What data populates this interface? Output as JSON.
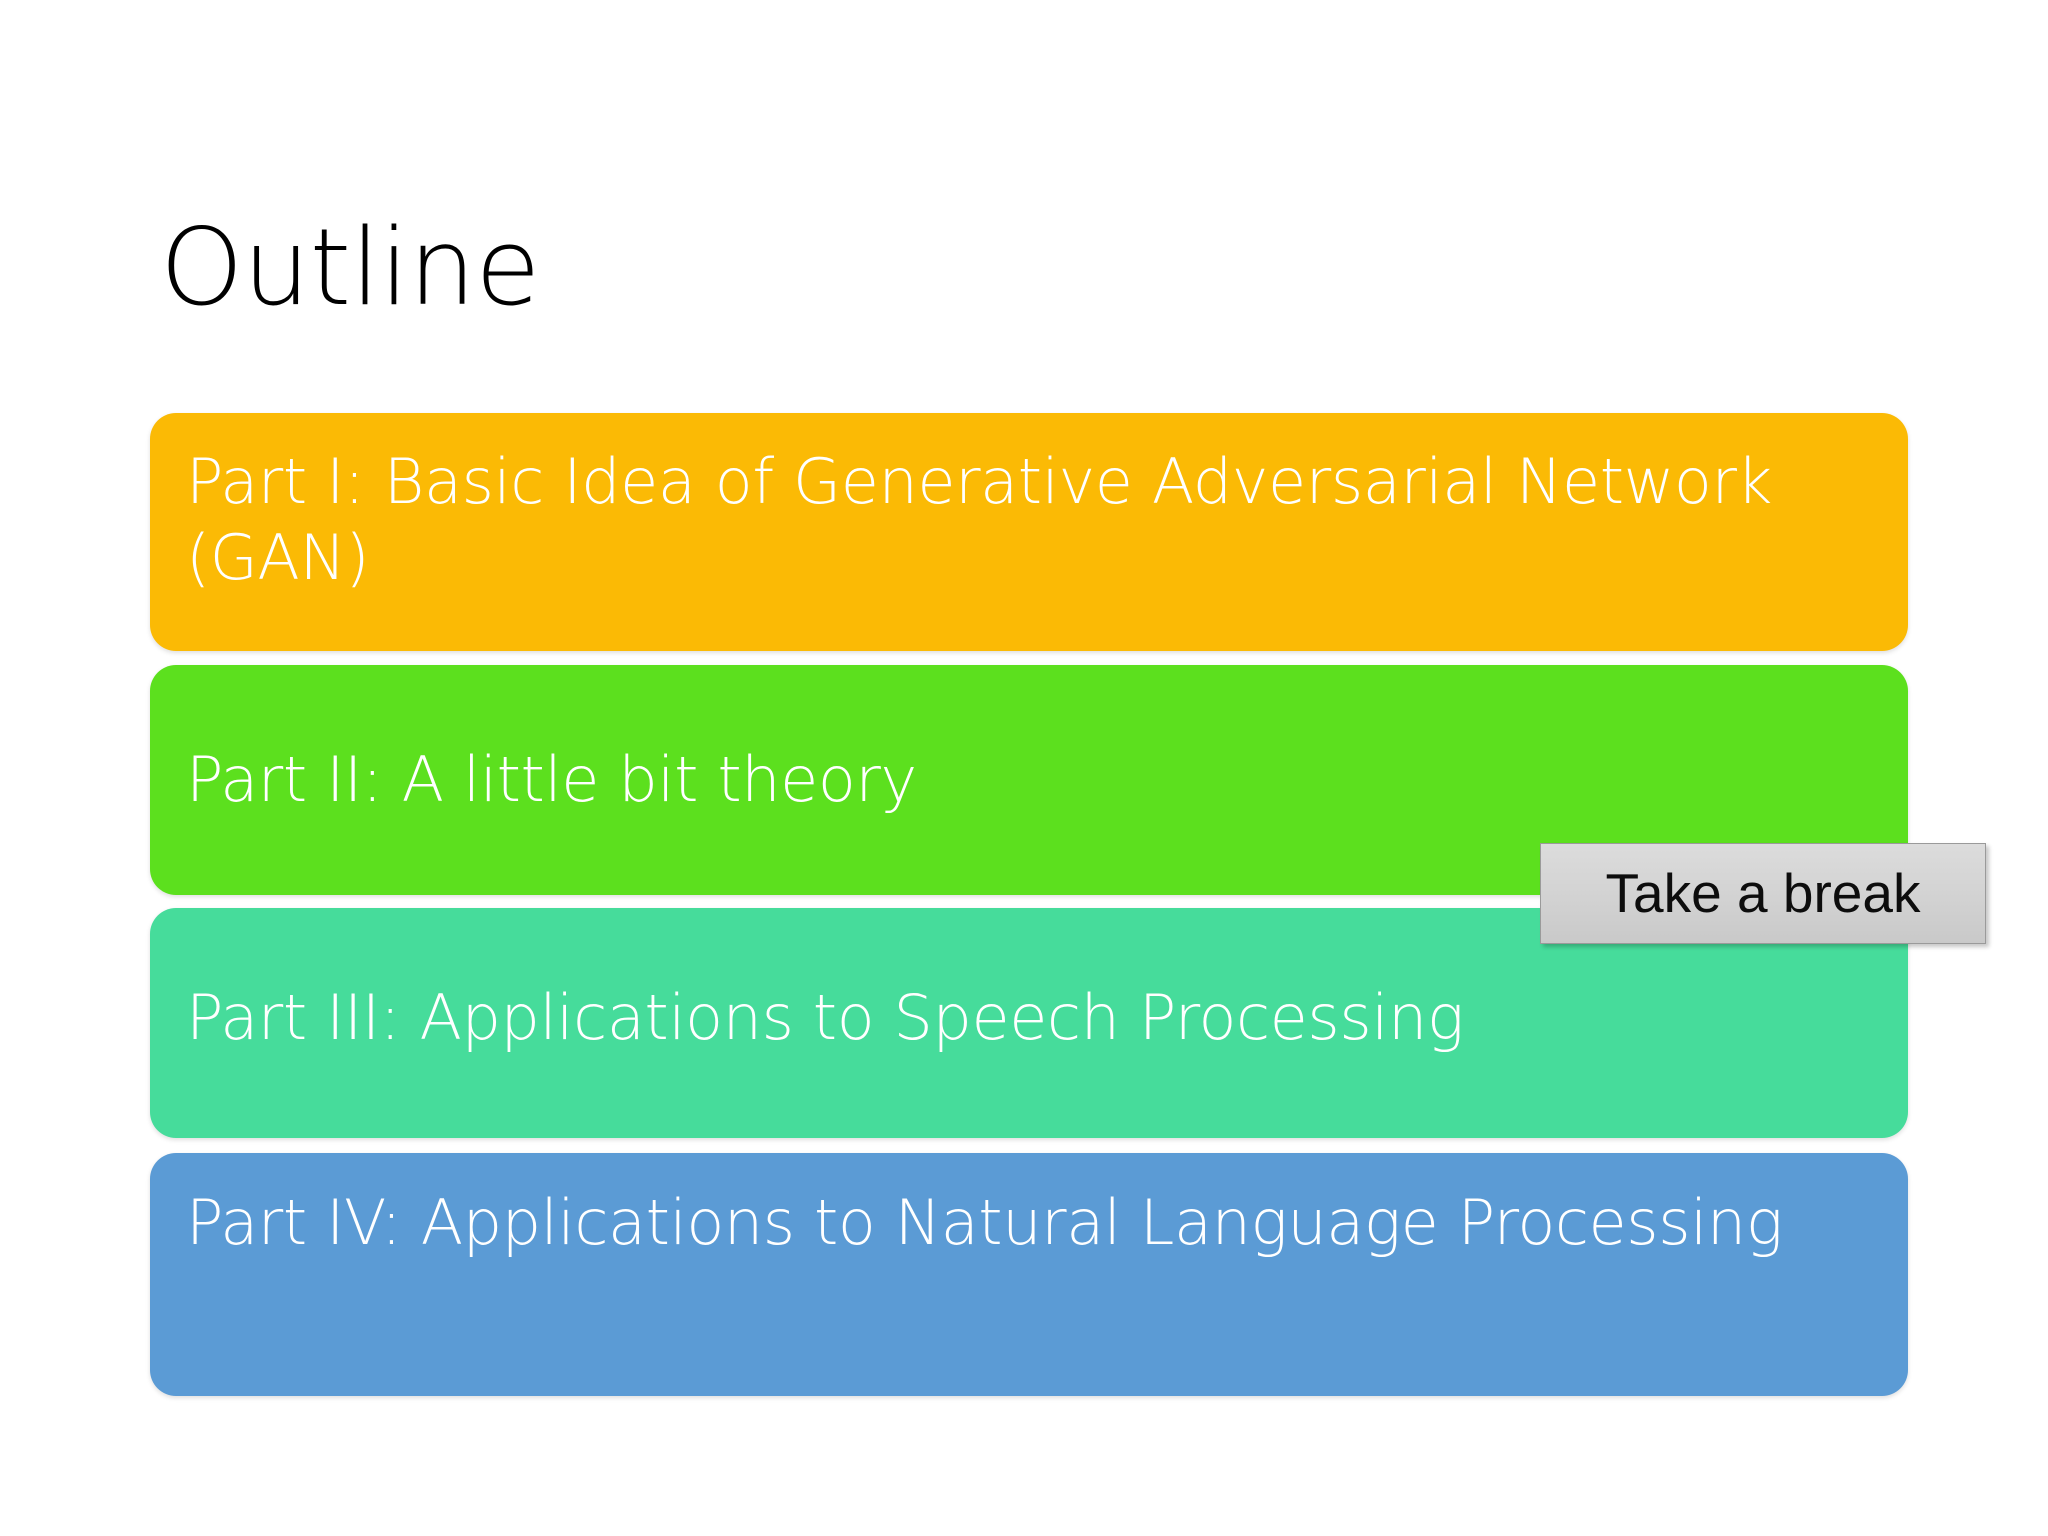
{
  "slide": {
    "title": "Outline",
    "background_color": "#FFFFFF"
  },
  "outline": {
    "items": [
      {
        "id": "part-1",
        "label": "Part I: Basic Idea of Generative Adversarial Network (GAN)",
        "color": "#FBBA05",
        "text_color": "#FFFFFF"
      },
      {
        "id": "part-2",
        "label": "Part II: A little bit theory",
        "color": "#5CE01E",
        "text_color": "#FFFFFF"
      },
      {
        "id": "part-3",
        "label": "Part III: Applications to Speech Processing",
        "color": "#46DC9B",
        "text_color": "#FFFFFF"
      },
      {
        "id": "part-4",
        "label": "Part IV: Applications to Natural Language Processing",
        "color": "#5B9BD5",
        "text_color": "#FFFFFF"
      }
    ]
  },
  "callout": {
    "take_a_break": {
      "label": "Take a break",
      "background_color": "#D3D3D3",
      "border_color": "#9A9A9A",
      "text_color": "#0D0D0D"
    }
  }
}
